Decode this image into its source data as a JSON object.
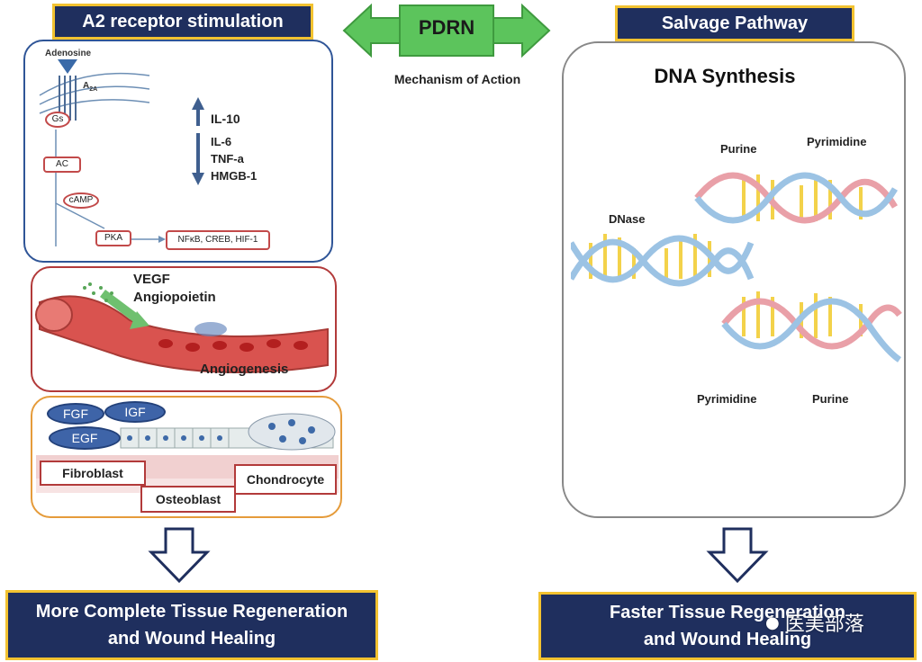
{
  "header": {
    "left_title": "A2 receptor stimulation",
    "center_label": "PDRN",
    "center_subtitle": "Mechanism of Action",
    "right_title": "Salvage Pathway"
  },
  "pathway": {
    "adenosine": "Adenosine",
    "receptor": "A",
    "receptor_sub": "2A",
    "gs": "Gs",
    "ac": "AC",
    "camp": "cAMP",
    "pka": "PKA",
    "transcription": "NFκB, CREB, HIF-1",
    "up_cytokine": "IL-10",
    "down_cytokines": [
      "IL-6",
      "TNF-a",
      "HMGB-1"
    ]
  },
  "angio": {
    "vegf": "VEGF",
    "angiopoietin": "Angiopoietin",
    "angiogenesis": "Angiogenesis"
  },
  "growth": {
    "fgf": "FGF",
    "igf": "IGF",
    "egf": "EGF",
    "fibroblast": "Fibroblast",
    "osteoblast": "Osteoblast",
    "chondrocyte": "Chondrocyte"
  },
  "dna": {
    "title": "DNA Synthesis",
    "dnase": "DNase",
    "purine_top": "Purine",
    "pyrimidine_top": "Pyrimidine",
    "pyrimidine_bottom": "Pyrimidine",
    "purine_bottom": "Purine"
  },
  "outcomes": {
    "left_line1": "More Complete Tissue Regeneration",
    "left_line2": "and Wound Healing",
    "right_line1": "Faster Tissue Regeneration",
    "right_line2": "and Wound Healing"
  },
  "watermark": "医美部落",
  "colors": {
    "navy": "#1f2f5e",
    "gold": "#f2c230",
    "green": "#5cc45c",
    "red_border": "#b23a3a",
    "blue_border": "#2f5597"
  }
}
